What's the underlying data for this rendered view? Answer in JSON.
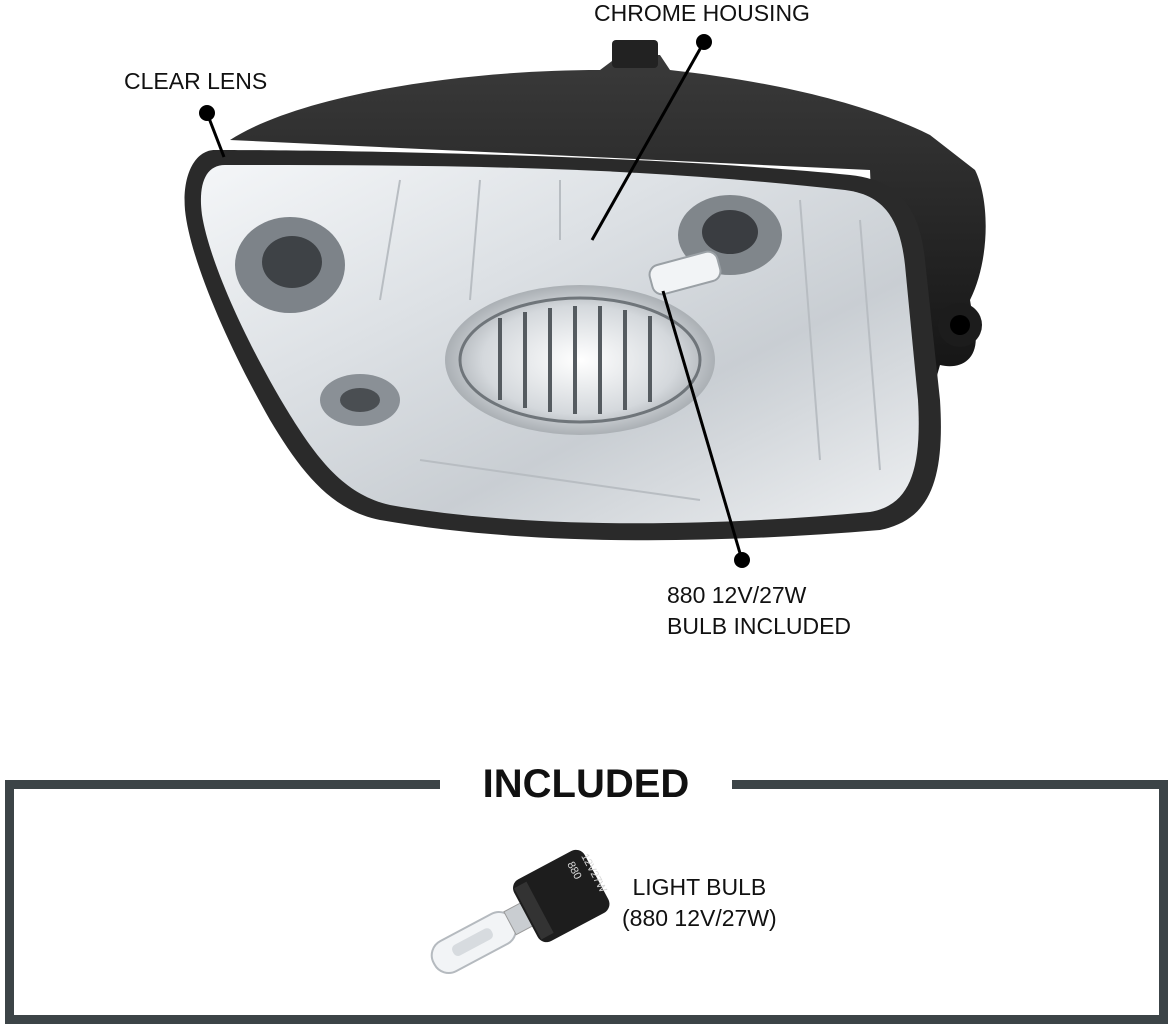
{
  "callouts": {
    "chrome_housing": "CHROME HOUSING",
    "clear_lens": "CLEAR LENS",
    "bulb_line1": "880 12V/27W",
    "bulb_line2": "BULB INCLUDED"
  },
  "included": {
    "title": "INCLUDED",
    "bulb_label_line1": "LIGHT BULB",
    "bulb_label_line2": "(880 12V/27W)",
    "bulb_print_line1": "880",
    "bulb_print_line2": "12V27W"
  },
  "colors": {
    "frame": "#3c4447",
    "housing_black": "#1a1a1a",
    "lens_edge": "#2a2a2a",
    "leader_line": "#000000"
  }
}
